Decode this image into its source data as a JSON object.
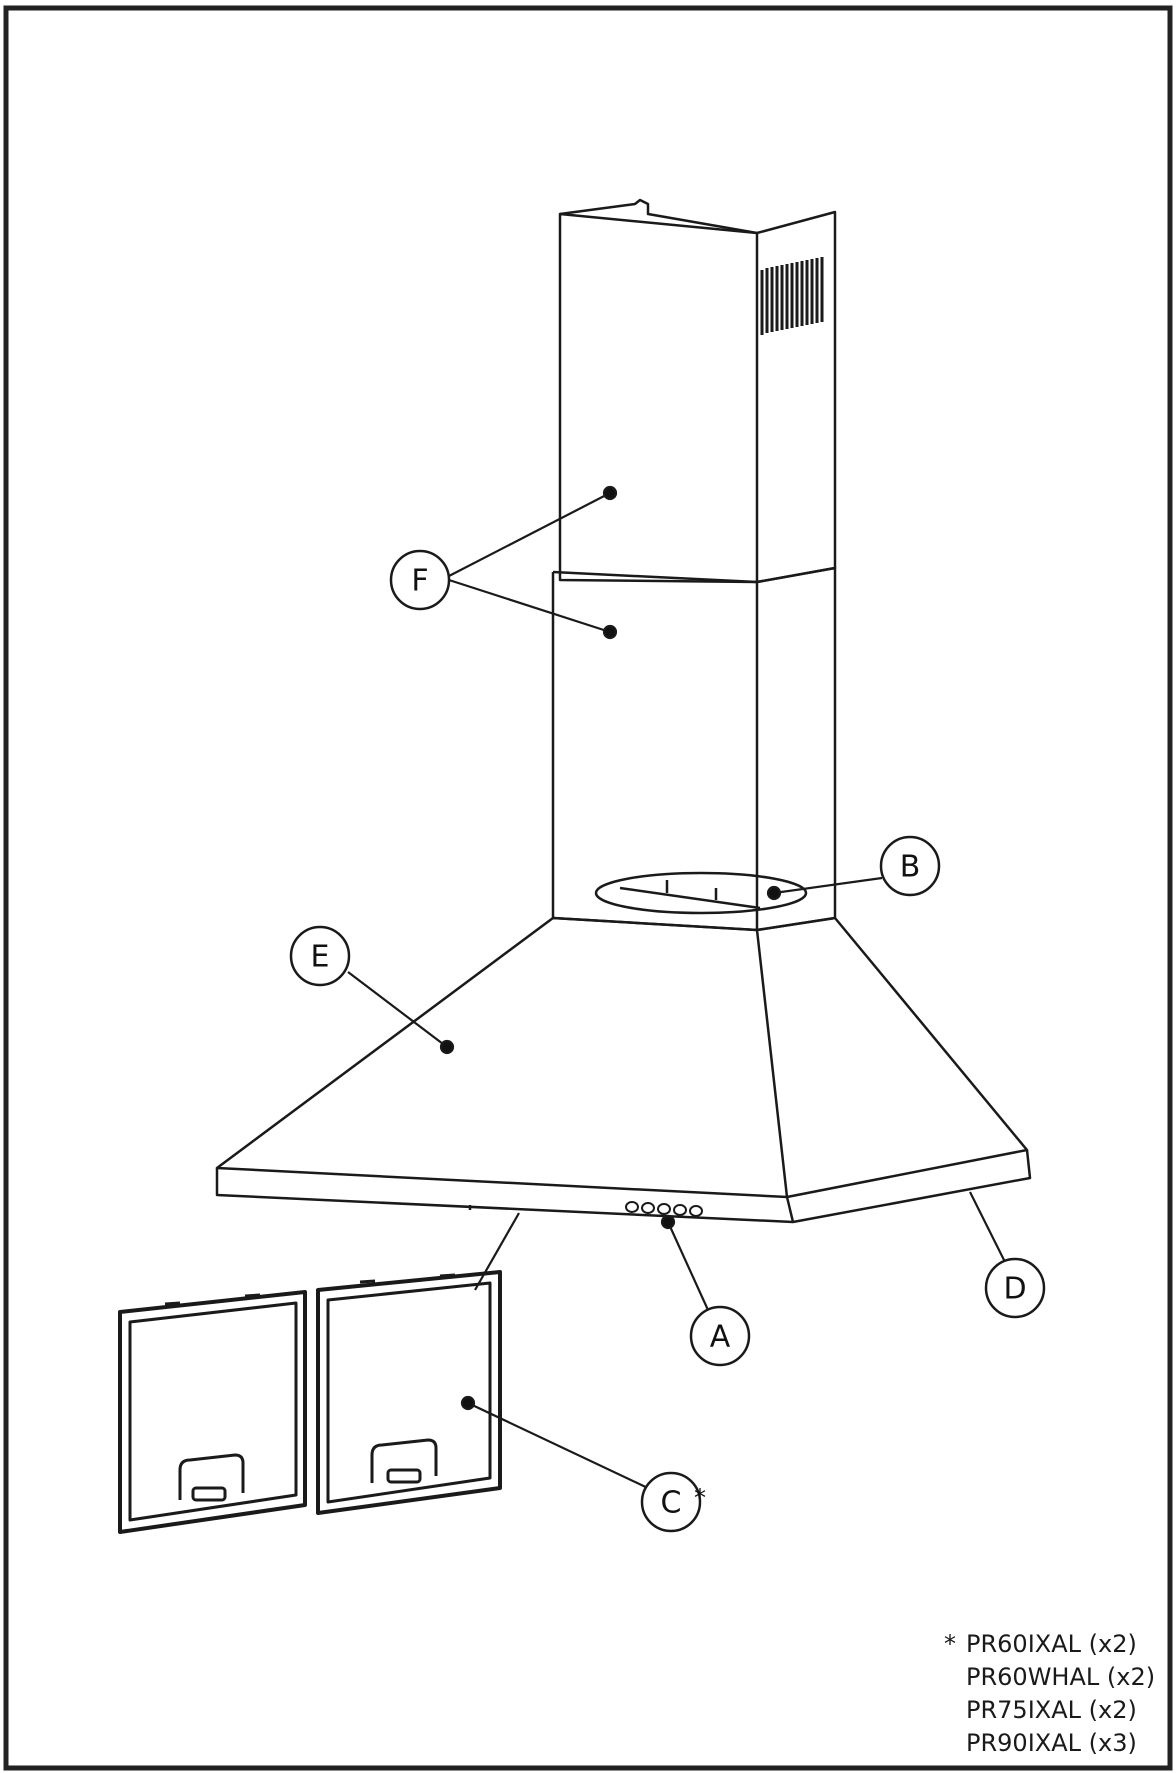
{
  "callouts": {
    "A": "A",
    "B": "B",
    "C": "C",
    "C_mark": "*",
    "D": "D",
    "E": "E",
    "F": "F"
  },
  "notes": {
    "marker": "*",
    "models": [
      "PR60IXAL (x2)",
      "PR60WHAL (x2)",
      "PR75IXAL (x2)",
      "PR90IXAL (x3)"
    ]
  },
  "colors": {
    "line": "#1a1a1a",
    "background": "#ffffff"
  }
}
